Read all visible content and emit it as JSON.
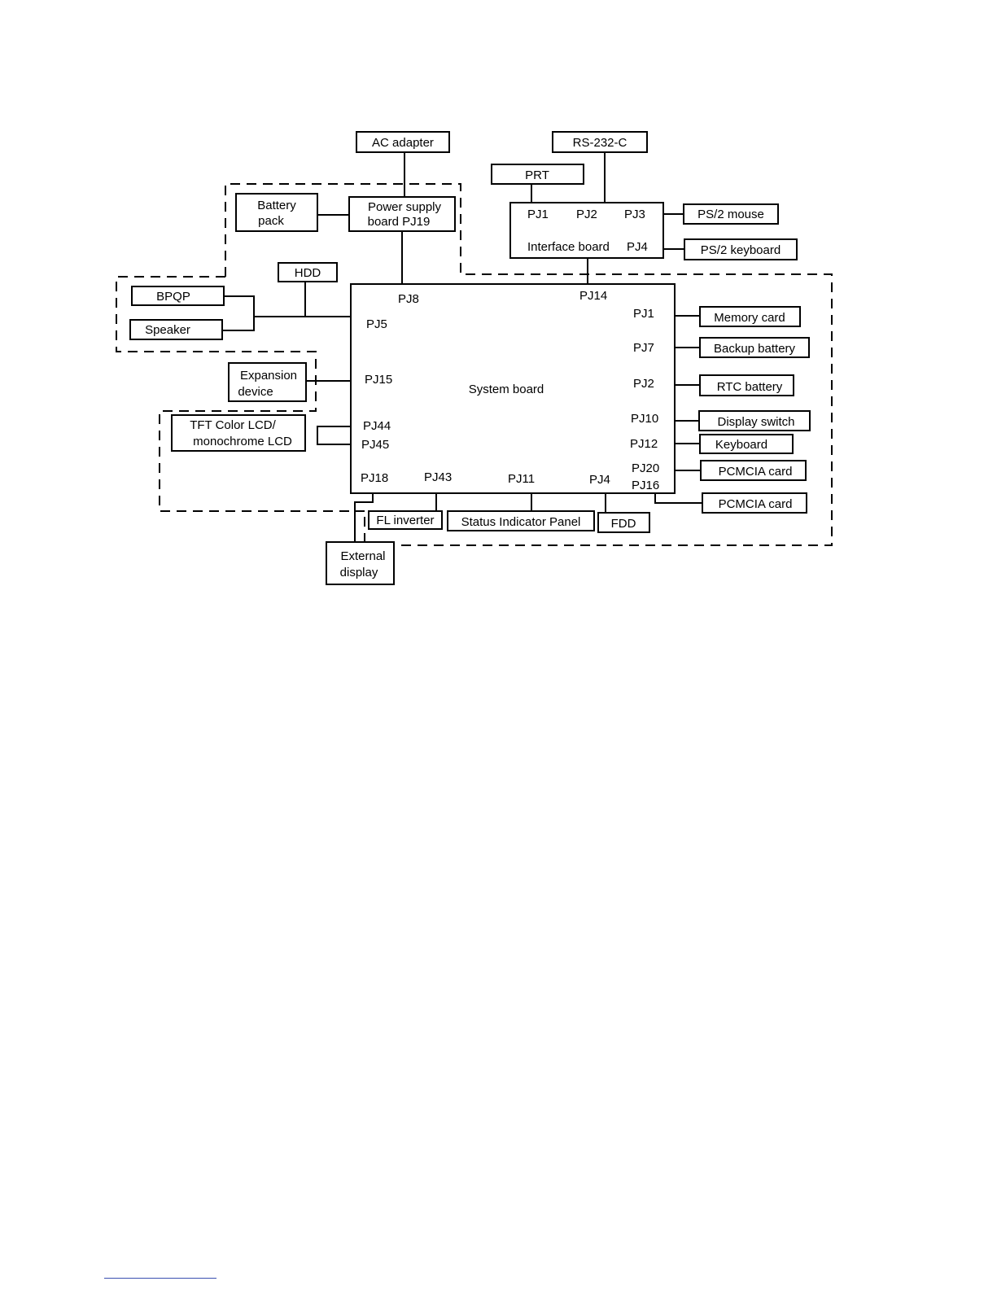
{
  "boxes": {
    "ac_adapter": "AC adapter",
    "rs232c": "RS-232-C",
    "prt": "PRT",
    "battery_pack": [
      "Battery",
      "pack"
    ],
    "power_supply": [
      "Power supply",
      "board PJ19"
    ],
    "ps2_mouse": "PS/2 mouse",
    "ps2_keyboard": "PS/2 keyboard",
    "hdd": "HDD",
    "bpqp": "BPQP",
    "speaker": "Speaker",
    "expansion_device": [
      "Expansion",
      "device"
    ],
    "lcd": [
      "TFT Color LCD/",
      "monochrome LCD"
    ],
    "memory_card": "Memory card",
    "backup_battery": "Backup battery",
    "rtc_battery": "RTC battery",
    "display_switch": "Display switch",
    "keyboard": "Keyboard",
    "pcmcia_card_1": "PCMCIA card",
    "pcmcia_card_2": "PCMCIA card",
    "fl_inverter": "FL inverter",
    "status_panel": "Status Indicator Panel",
    "fdd": "FDD",
    "external_display": [
      "External",
      "display"
    ]
  },
  "interface_board": {
    "label": "Interface board",
    "ports": {
      "pj1": "PJ1",
      "pj2": "PJ2",
      "pj3": "PJ3",
      "pj4": "PJ4"
    }
  },
  "system_board": {
    "label": "System board",
    "ports": {
      "pj8": "PJ8",
      "pj14": "PJ14",
      "pj5": "PJ5",
      "pj15": "PJ15",
      "pj44": "PJ44",
      "pj45": "PJ45",
      "pj18": "PJ18",
      "pj43": "PJ43",
      "pj11": "PJ11",
      "pj4": "PJ4",
      "pj1": "PJ1",
      "pj7": "PJ7",
      "pj2": "PJ2",
      "pj10": "PJ10",
      "pj12": "PJ12",
      "pj20": "PJ20",
      "pj16": "PJ16"
    }
  }
}
